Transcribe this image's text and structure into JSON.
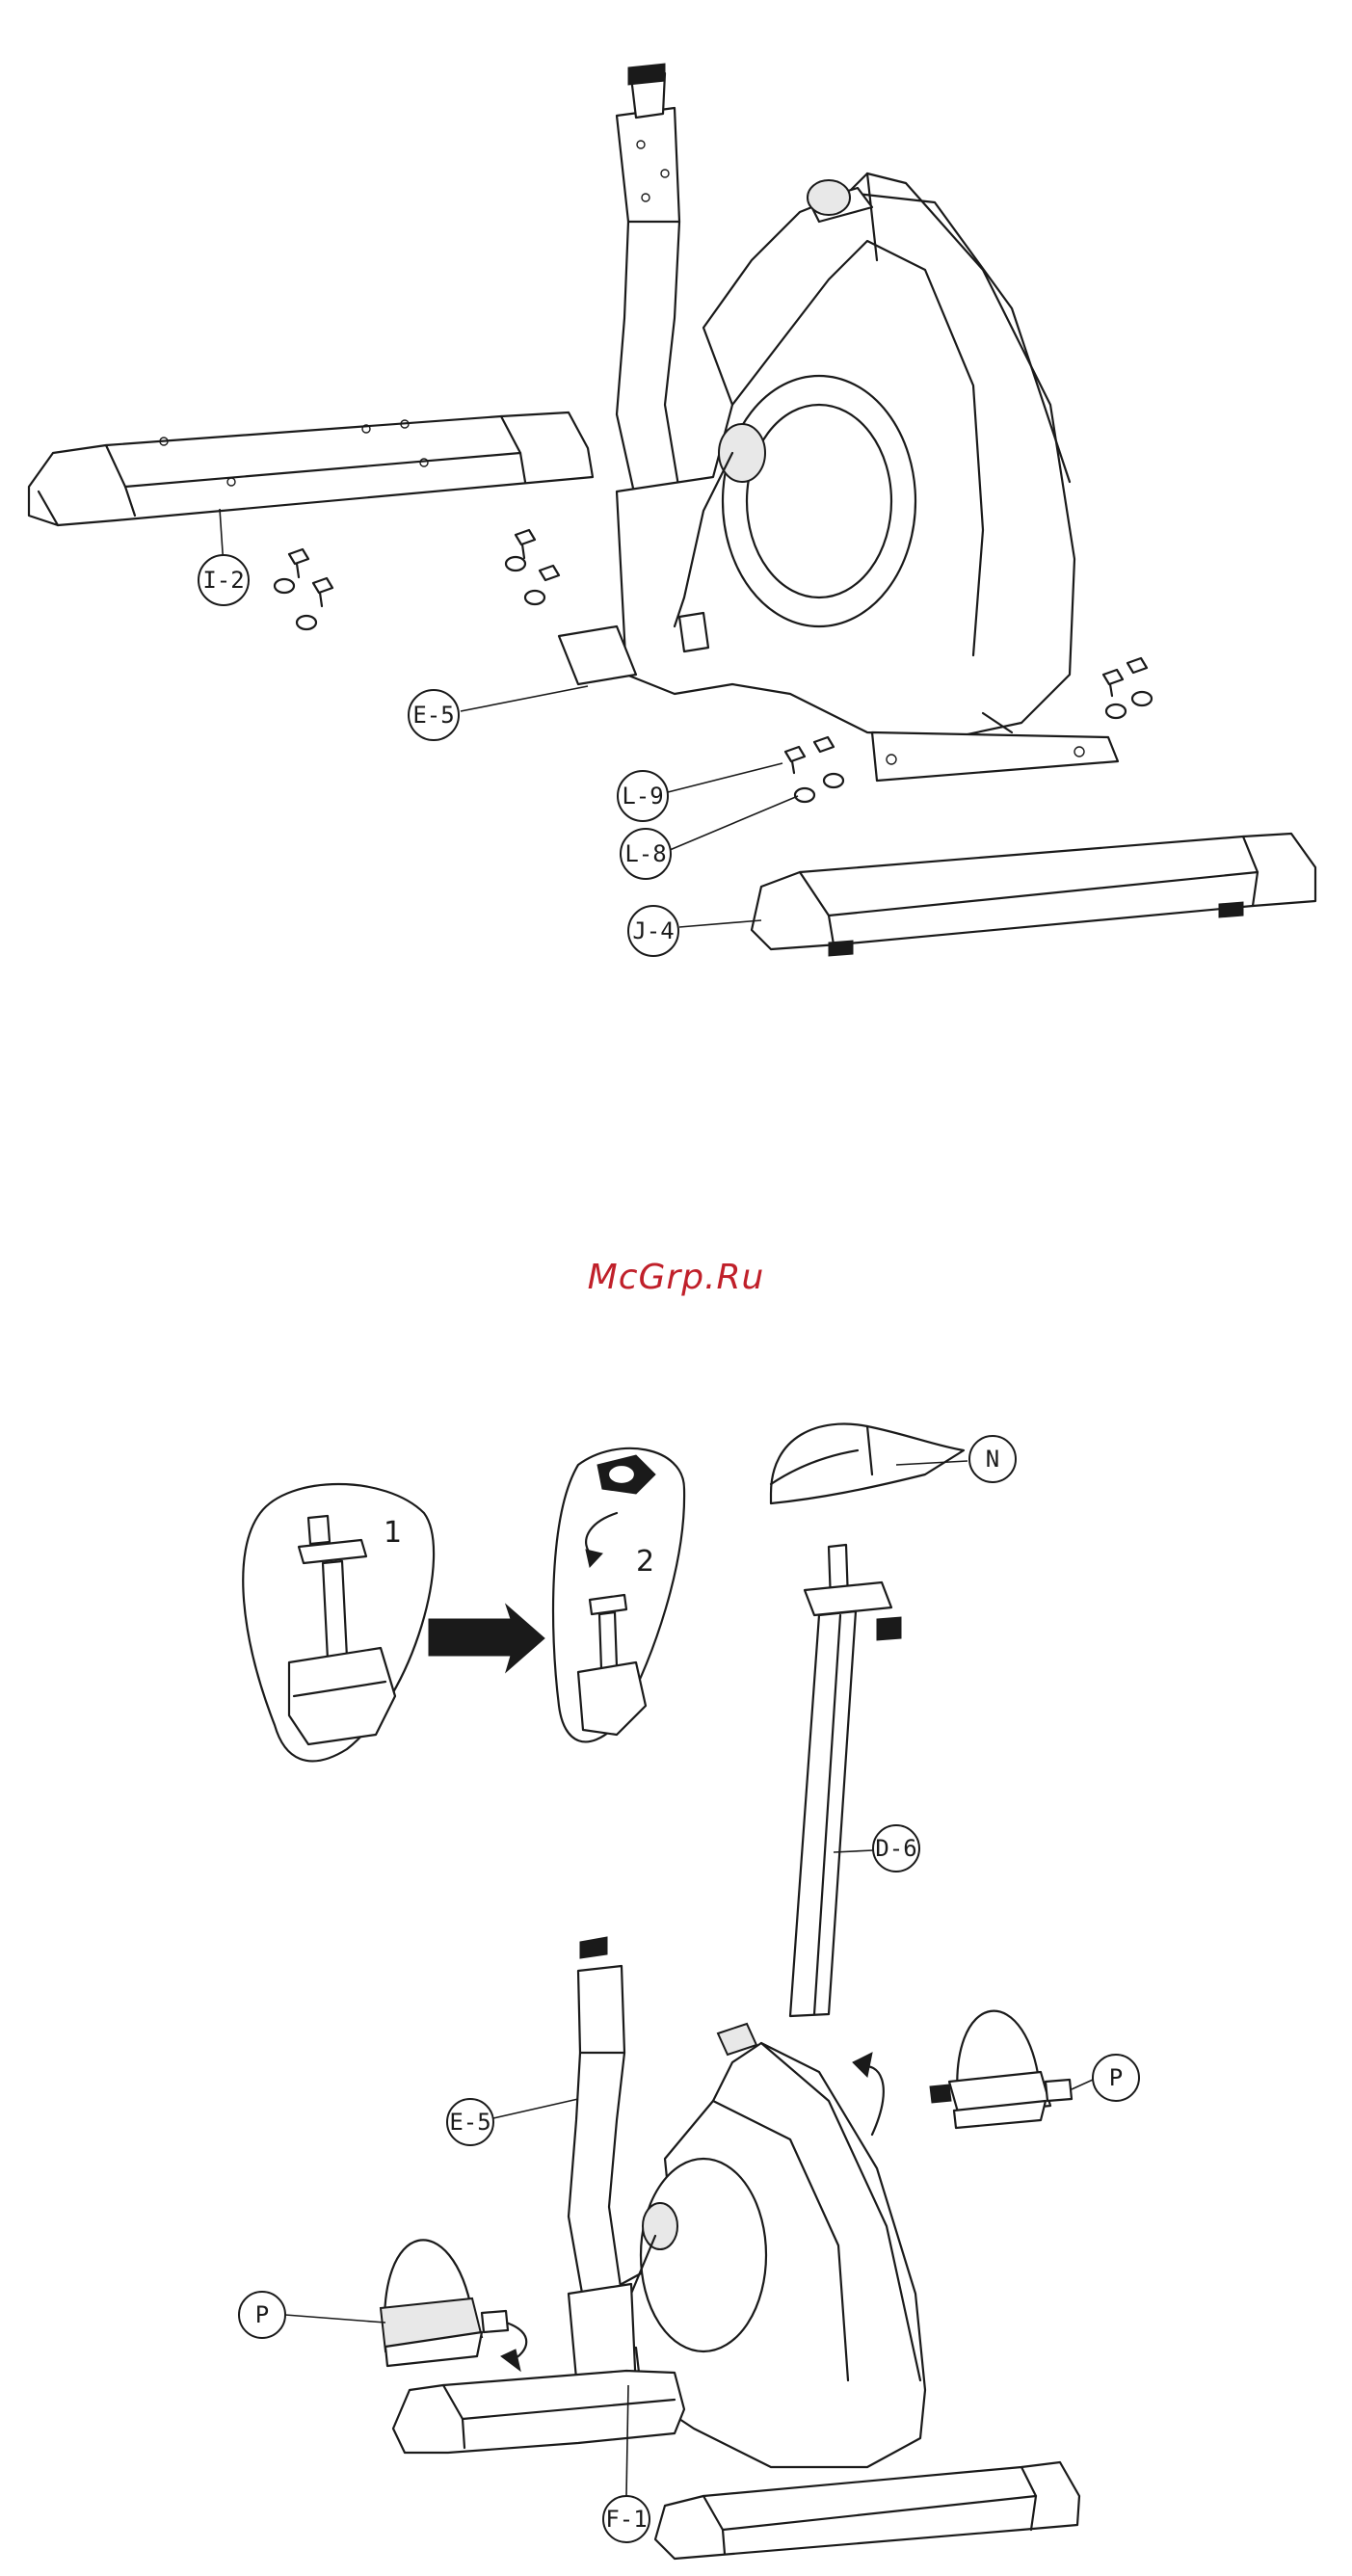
{
  "watermark": "McGrp.Ru",
  "figure_top": {
    "callouts": [
      "I-2",
      "E-5",
      "L-9",
      "L-8",
      "J-4"
    ]
  },
  "figure_bottom": {
    "steps": [
      "1",
      "2"
    ],
    "callouts": [
      "N",
      "D-6",
      "E-5",
      "P",
      "P",
      "F-1"
    ]
  }
}
